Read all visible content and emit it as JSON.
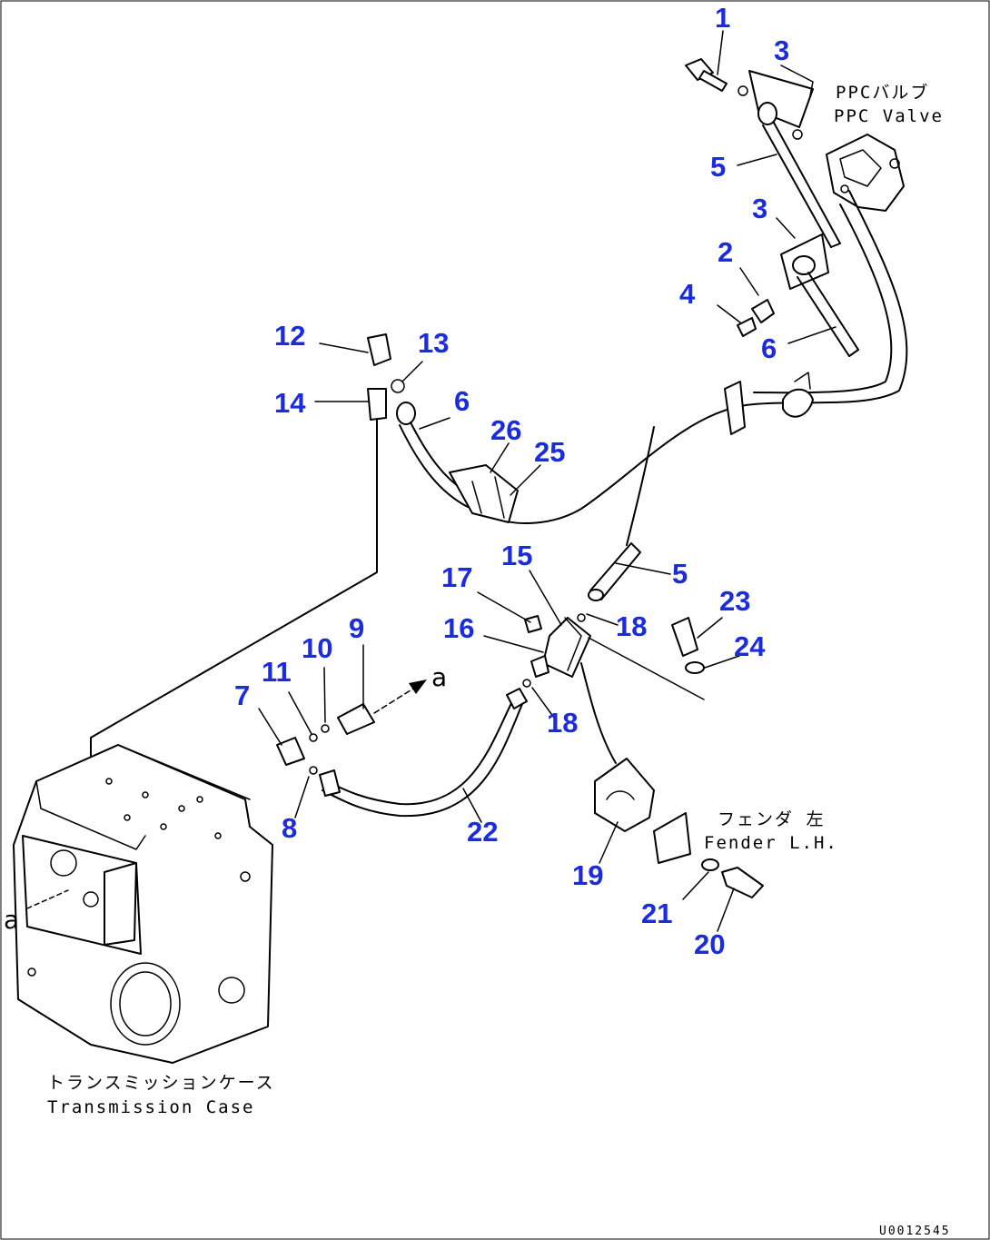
{
  "parts": [
    {
      "label": "1"
    },
    {
      "label": "3"
    },
    {
      "label": "5"
    },
    {
      "label": "3"
    },
    {
      "label": "2"
    },
    {
      "label": "4"
    },
    {
      "label": "6"
    },
    {
      "label": "12"
    },
    {
      "label": "13"
    },
    {
      "label": "14"
    },
    {
      "label": "6"
    },
    {
      "label": "26"
    },
    {
      "label": "25"
    },
    {
      "label": "15"
    },
    {
      "label": "17"
    },
    {
      "label": "5"
    },
    {
      "label": "23"
    },
    {
      "label": "16"
    },
    {
      "label": "18"
    },
    {
      "label": "24"
    },
    {
      "label": "9"
    },
    {
      "label": "10"
    },
    {
      "label": "11"
    },
    {
      "label": "7"
    },
    {
      "label": "18"
    },
    {
      "label": "8"
    },
    {
      "label": "22"
    },
    {
      "label": "19"
    },
    {
      "label": "21"
    },
    {
      "label": "20"
    }
  ],
  "captions": {
    "ppc_valve_jp": "PPCバルブ",
    "ppc_valve_en": "PPC Valve",
    "fender_jp": "フェンダ 左",
    "fender_en": "Fender L.H.",
    "transmission_jp": "トランスミッションケース",
    "transmission_en": "Transmission Case"
  },
  "ref_mark": "a",
  "doc_id": "U0012545"
}
